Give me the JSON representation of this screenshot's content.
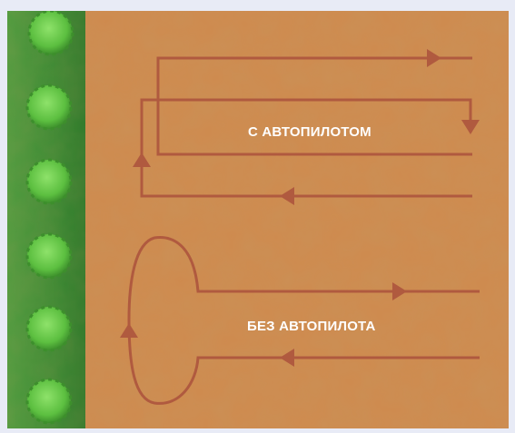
{
  "colors": {
    "background": "#e8ebf6",
    "field": "#cf8a4e",
    "grass_strip": "#3e8f36",
    "bush": "#66c84a",
    "route_line": "#b05a3f",
    "label_text": "#ffffff"
  },
  "diagram": {
    "with_autopilot": {
      "label": "С АВТОПИЛОТОМ"
    },
    "without_autopilot": {
      "label": "БЕЗ АВТОПИЛОТА"
    },
    "bushes_count_visible": 6,
    "icons": [
      "bush-icon",
      "arrow-right-icon",
      "arrow-left-icon",
      "arrow-up-icon",
      "arrow-down-icon"
    ]
  }
}
